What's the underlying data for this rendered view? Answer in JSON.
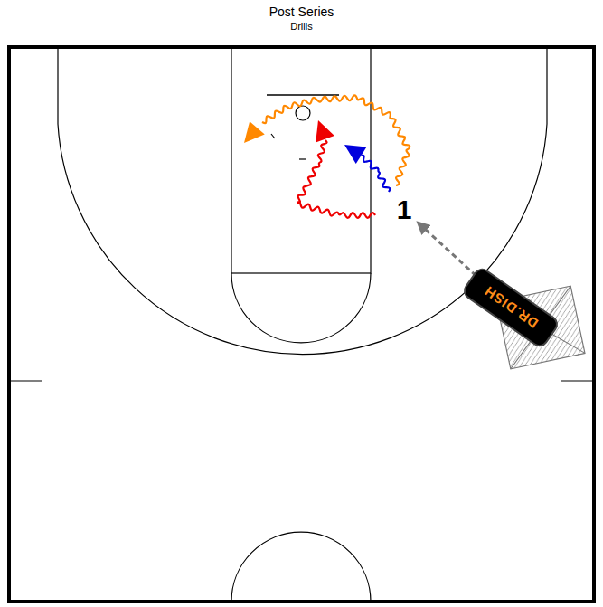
{
  "diagram": {
    "title": "Post Series",
    "nodes": [
      {
        "text": [
          "DR.DISH"
        ]
      },
      {
        "text": [
          "1"
        ]
      }
    ],
    "edges": [
      {
        "from": 0,
        "to": 1,
        "arrow": "to"
      }
    ],
    "labels": [
      "Drills"
    ]
  }
}
